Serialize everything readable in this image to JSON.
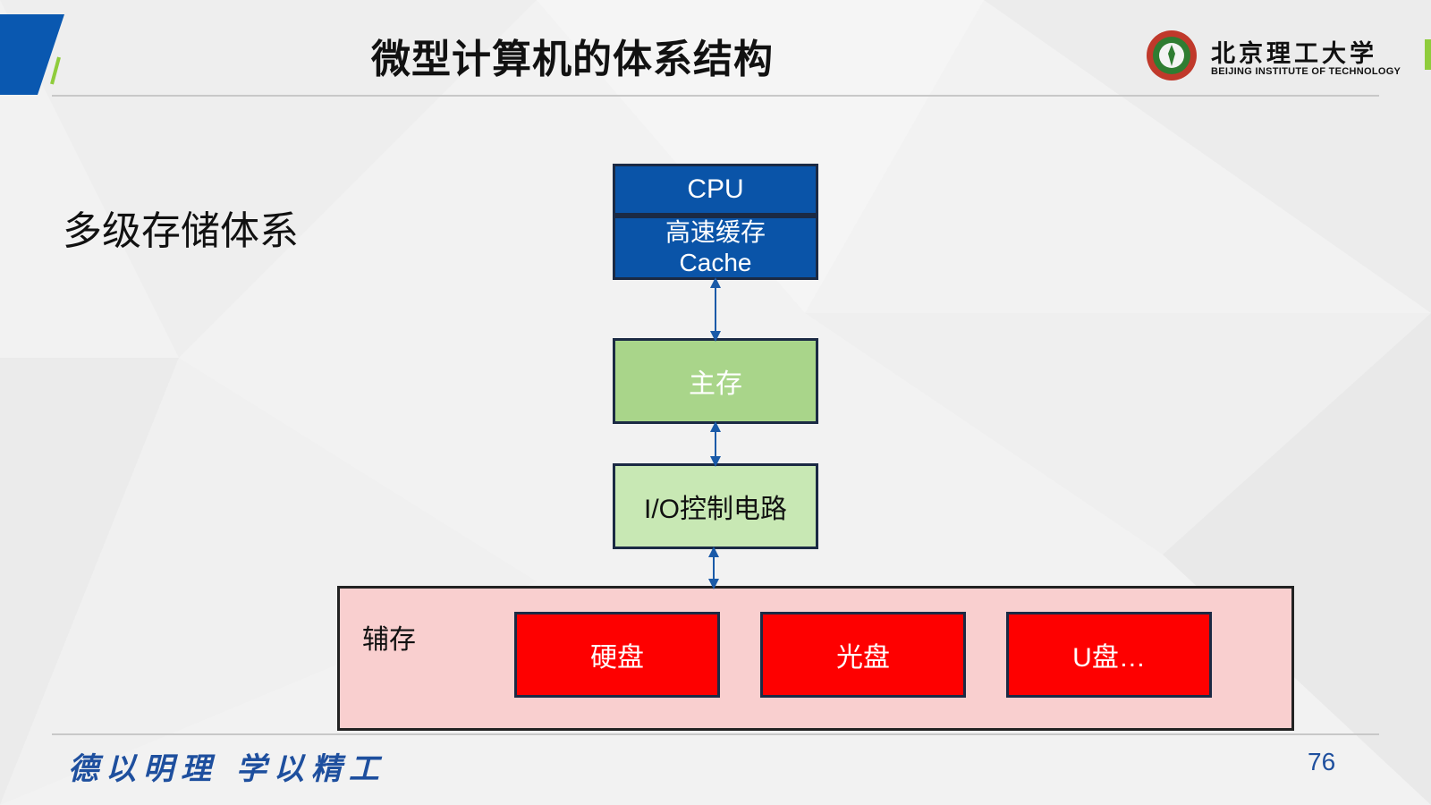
{
  "header": {
    "title": "微型计算机的体系结构",
    "logo": {
      "name_cn": "北京理工大学",
      "name_en": "BEIJING INSTITUTE OF TECHNOLOGY"
    }
  },
  "content": {
    "subtitle": "多级存储体系"
  },
  "diagram": {
    "cpu": "CPU",
    "cache_line1": "高速缓存",
    "cache_line2": "Cache",
    "main_memory": "主存",
    "io_circuit": "I/O控制电路",
    "auxiliary_label": "辅存",
    "devices": [
      "硬盘",
      "光盘",
      "U盘…"
    ]
  },
  "footer": {
    "motto": "德以明理 学以精工",
    "page_number": "76"
  },
  "colors": {
    "accent_blue": "#0a58b0",
    "cpu_box": "#0a54a8",
    "main_memory_box": "#a9d58a",
    "io_box": "#c8e8b4",
    "auxiliary_box": "#f9cfcf",
    "device_box": "#fe0000",
    "accent_green": "#8fcc3c",
    "arrow": "#1a5aa8"
  }
}
